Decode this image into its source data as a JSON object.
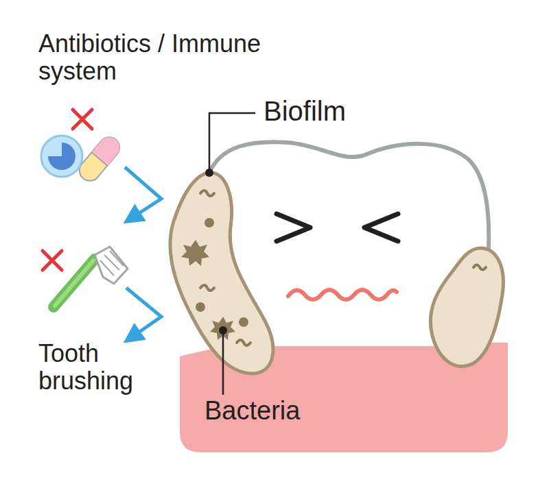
{
  "diagram": {
    "labels": [
      "Antibiotics / Immune system",
      "Biofilm",
      "Tooth brushing",
      "Bacteria"
    ]
  }
}
